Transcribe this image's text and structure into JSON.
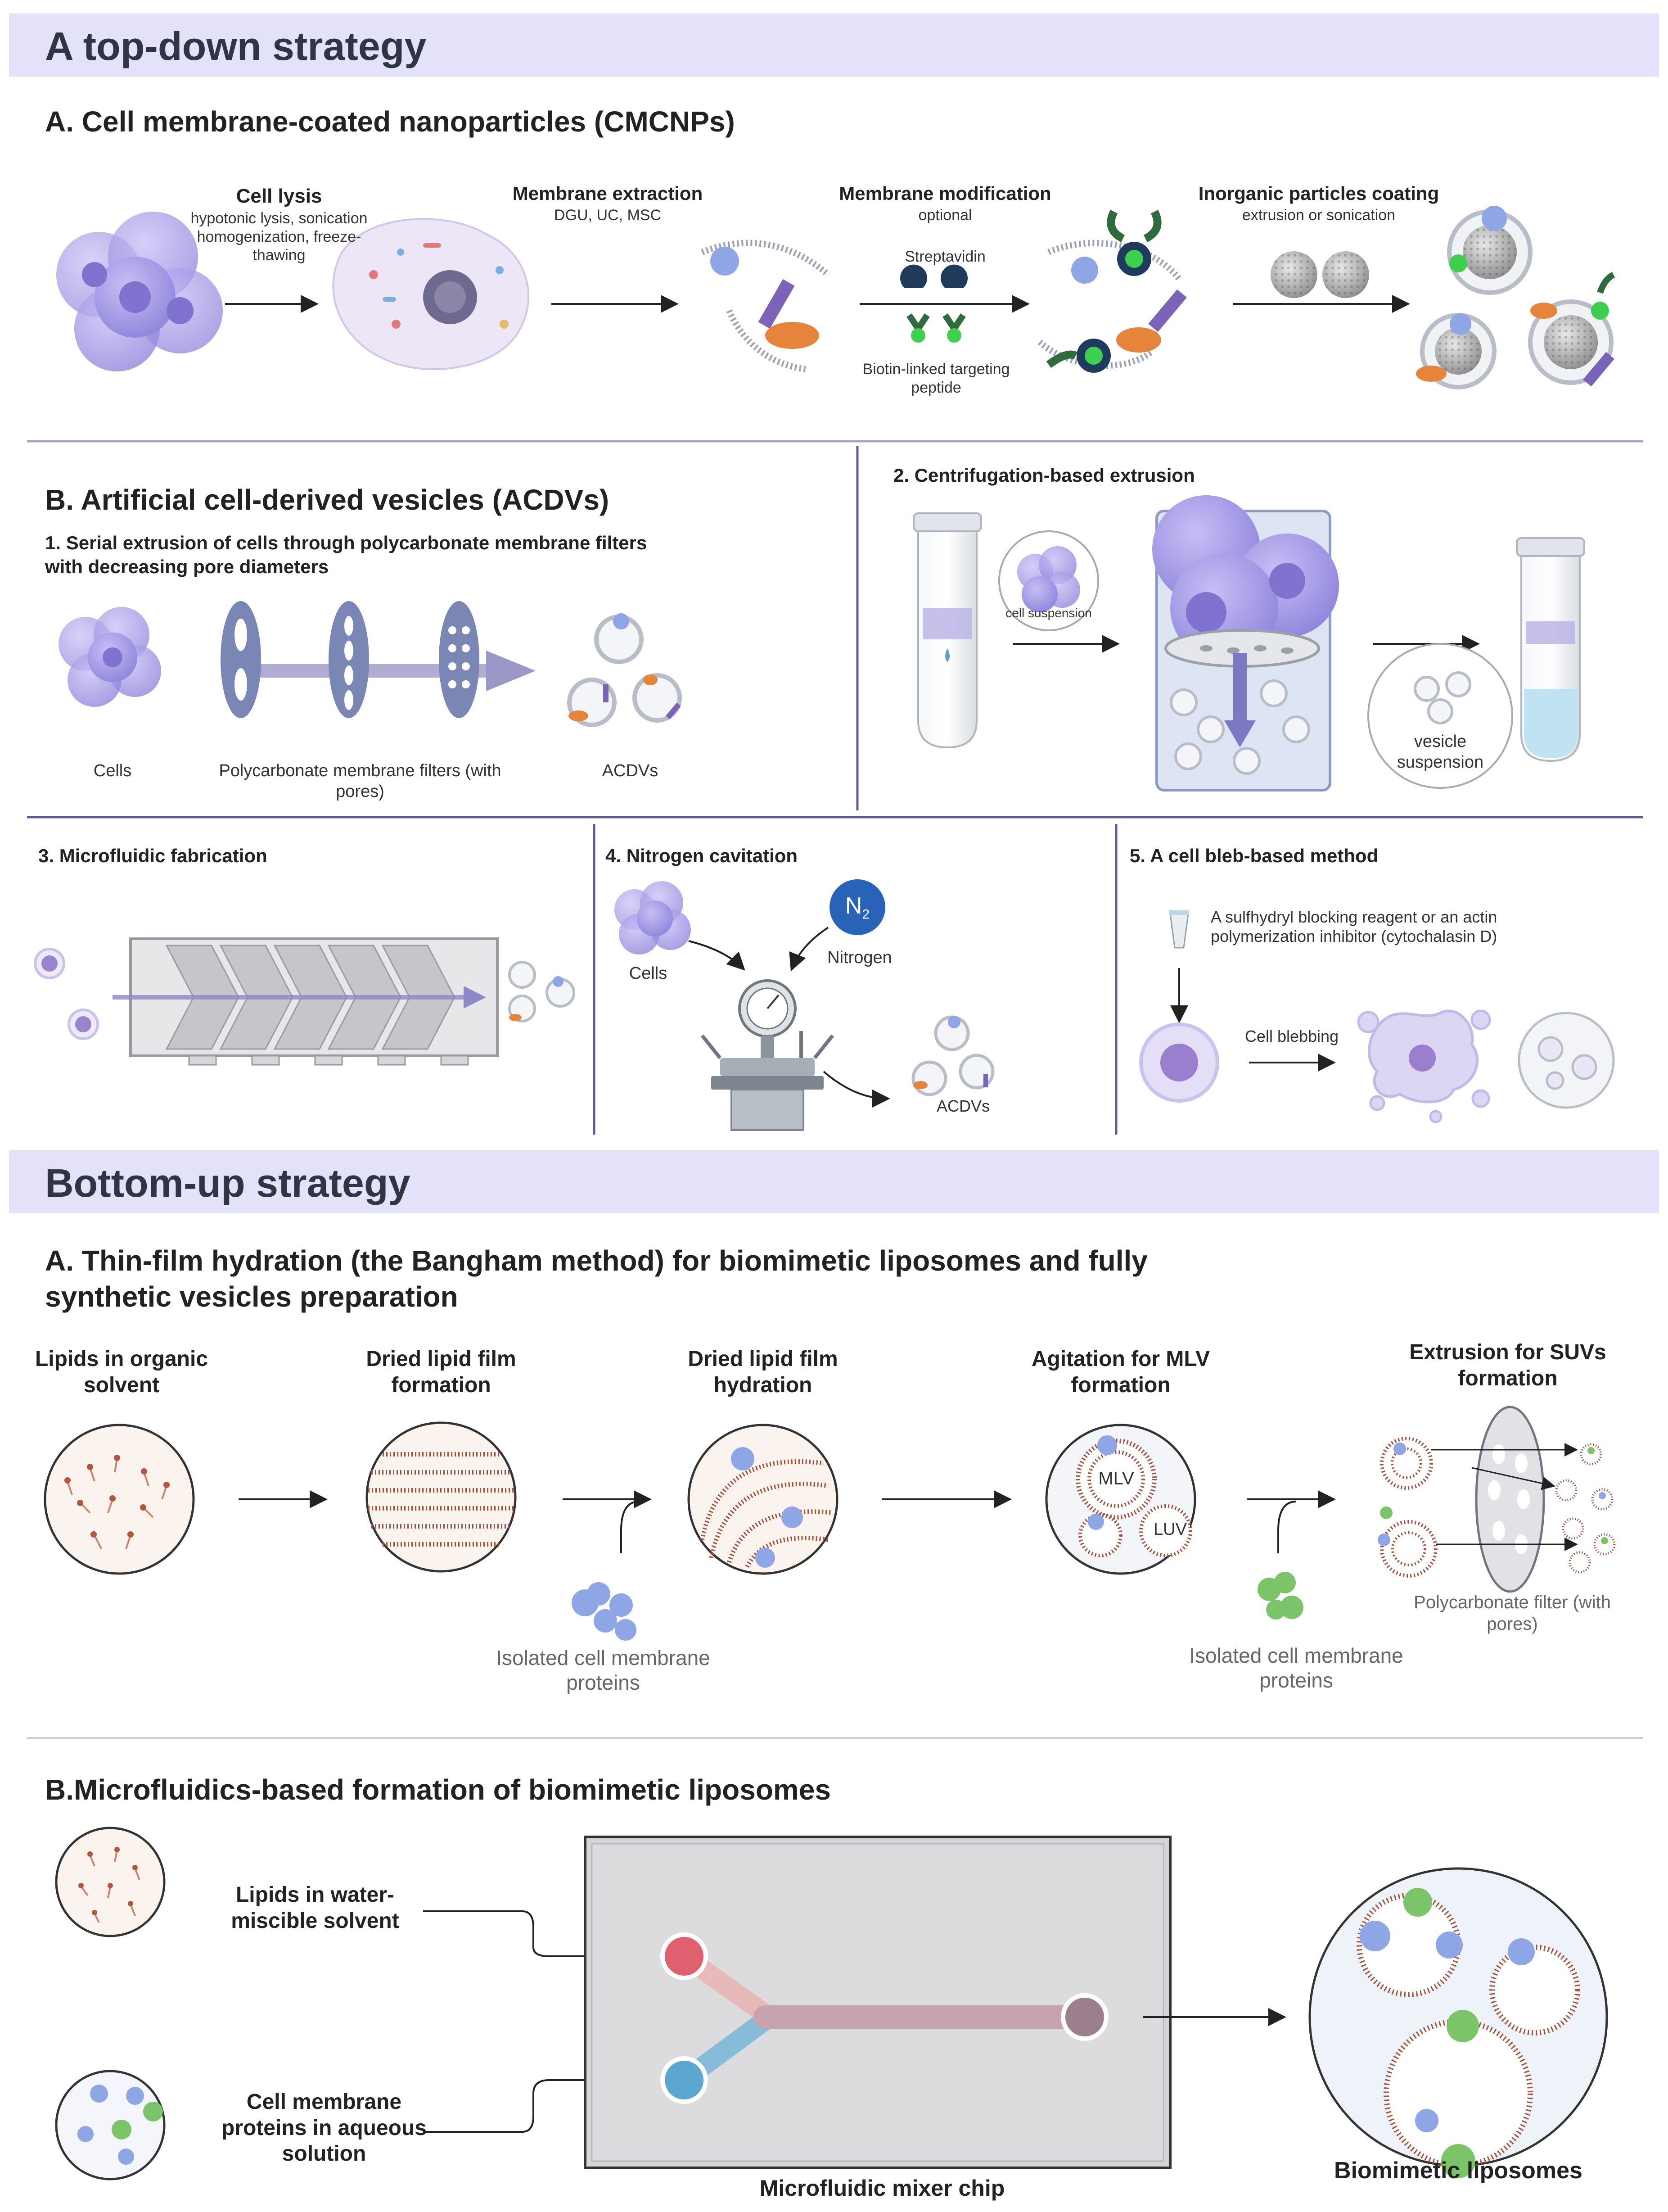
{
  "top_down": {
    "banner": "A top-down  strategy",
    "cmcnp": {
      "title": "A. Cell membrane-coated nanoparticles (CMCNPs)",
      "lysis": {
        "title": "Cell lysis",
        "sub": "hypotonic lysis, sonication homogenization, freeze-thawing"
      },
      "extraction": {
        "title": "Membrane extraction",
        "sub": "DGU, UC, MSC"
      },
      "modification": {
        "title": "Membrane modification",
        "sub": "optional",
        "streptavidin": "Streptavidin",
        "biotin": "Biotin-linked targeting peptide"
      },
      "coating": {
        "title": "Inorganic particles coating",
        "sub": "extrusion or sonication"
      }
    },
    "acdv": {
      "title": "B. Artificial cell-derived vesicles (ACDVs)",
      "serial": {
        "title": "1. Serial extrusion of cells through polycarbonate membrane filters with decreasing pore diameters",
        "cells": "Cells",
        "filters": "Polycarbonate membrane filters (with pores)",
        "acdvs": "ACDVs"
      },
      "centrifugation": {
        "title": "2. Centrifugation-based extrusion",
        "cell_suspension": "cell suspension",
        "vesicle_suspension": "vesicle suspension"
      },
      "microfluidic": {
        "title": "3. Microfluidic fabrication"
      },
      "nitrogen": {
        "title": "4. Nitrogen cavitation",
        "cells": "Cells",
        "n2": "N",
        "n2_sub": "2",
        "nitrogen": "Nitrogen",
        "acdvs": "ACDVs"
      },
      "bleb": {
        "title": "5. A cell bleb-based method",
        "reagent": "A sulfhydryl blocking reagent or  an actin polymerization inhibitor (cytochalasin D)",
        "blebbing": "Cell blebbing"
      }
    }
  },
  "bottom_up": {
    "banner": "Bottom-up strategy",
    "thin_film": {
      "title": "A. Thin-film hydration (the Bangham method) for biomimetic liposomes and fully synthetic vesicles preparation",
      "step1": "Lipids in organic solvent",
      "step2": "Dried lipid film formation",
      "step3": "Dried lipid film hydration",
      "step4": "Agitation for MLV formation",
      "step5": "Extrusion for SUVs formation",
      "proteins1": "Isolated cell membrane proteins",
      "proteins2": "Isolated cell membrane proteins",
      "mlv": "MLV",
      "luv": "LUV",
      "filter": "Polycarbonate filter (with pores)"
    },
    "microfluidics": {
      "title": "B.Microfluidics-based formation of biomimetic liposomes",
      "lipids": "Lipids in water-miscible solvent",
      "proteins": "Cell membrane proteins in aqueous solution",
      "chip": "Microfluidic mixer chip",
      "result": "Biomimetic liposomes"
    }
  },
  "colors": {
    "banner_bg": "#e4e2fa",
    "cell": "#9b92e0",
    "protein_blue": "#8fa6e6",
    "protein_green": "#7cc46a",
    "inlet_red": "#e06070",
    "inlet_blue": "#5ba7d0",
    "divider": "#4a4a8a"
  }
}
